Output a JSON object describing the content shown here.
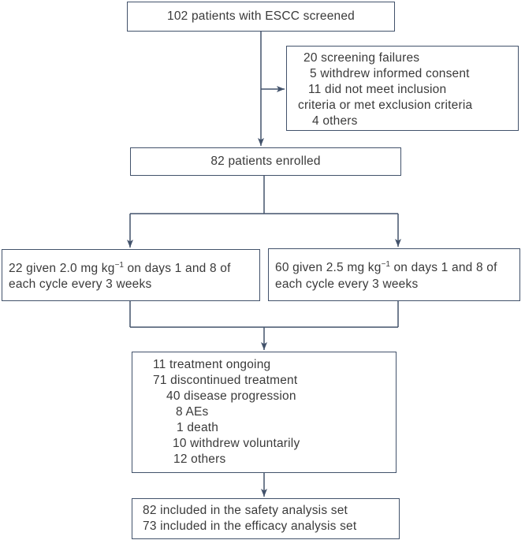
{
  "diagram": {
    "type": "patient-flow-diagram",
    "boxes": {
      "screened": {
        "text": "102 patients with ESCC screened"
      },
      "screen_failures": {
        "lines": [
          "20 screening failures",
          "5 withdrew informed consent",
          "11 did not meet inclusion",
          "criteria or met exclusion criteria",
          "4 others"
        ]
      },
      "enrolled": {
        "text": "82 patients enrolled"
      },
      "arm_low_dose": {
        "line1_pre": "22 given 2.0 mg kg",
        "line1_sup": "−1",
        "line1_post": " on days 1 and 8 of",
        "line2": "each cycle every 3 weeks"
      },
      "arm_high_dose": {
        "line1_pre": "60 given 2.5 mg kg",
        "line1_sup": "−1",
        "line1_post": " on days 1 and 8 of",
        "line2": "each cycle every 3 weeks"
      },
      "disposition": {
        "lines": [
          "11 treatment ongoing",
          "71 discontinued treatment",
          "40 disease progression",
          "8 AEs",
          "1 death",
          "10 withdrew voluntarily",
          "12 others"
        ]
      },
      "analysis_sets": {
        "lines": [
          "82 included in the safety analysis set",
          "73 included in the efficacy analysis set"
        ]
      }
    },
    "colors": {
      "line": "#42526b",
      "text": "#3a3a3a",
      "background": "#ffffff"
    }
  }
}
